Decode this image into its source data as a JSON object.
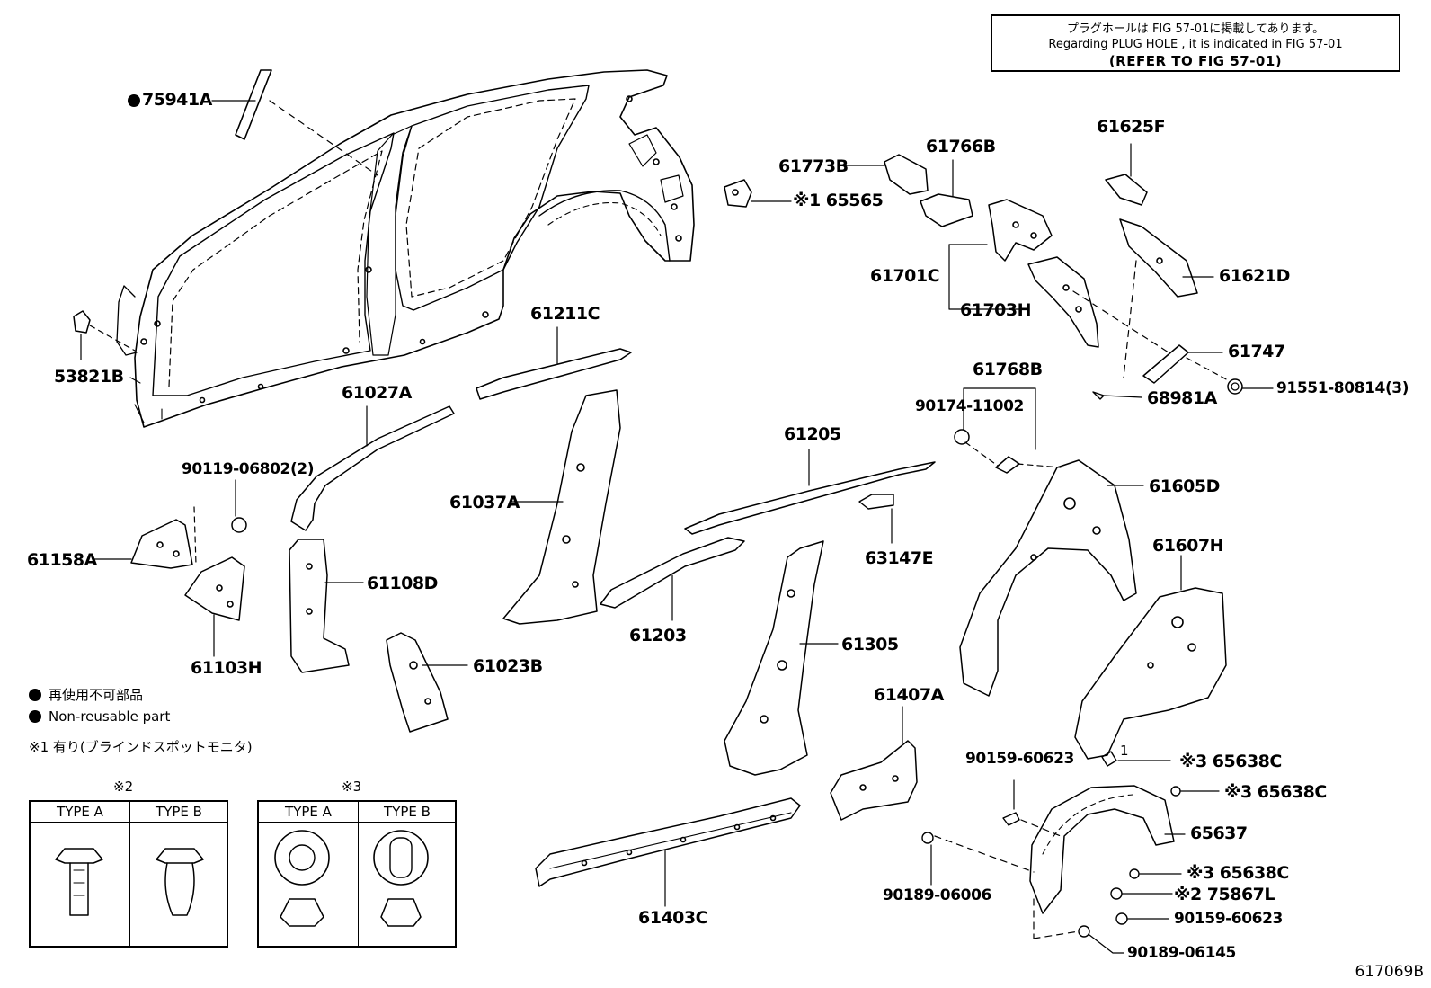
{
  "note": {
    "line1": "プラグホールは FIG 57-01に掲載してあります。",
    "line2": "Regarding PLUG HOLE , it is indicated in FIG 57-01",
    "line3": "(REFER TO FIG 57-01)"
  },
  "labels": {
    "p75941A": "75941A",
    "p53821B": "53821B",
    "p65565": "※1 65565",
    "p61773B": "61773B",
    "p61766B": "61766B",
    "p61625F": "61625F",
    "p61701C": "61701C",
    "p61703H": "61703H",
    "p61621D": "61621D",
    "p61747": "61747",
    "p91551": "91551-80814(3)",
    "p68981A": "68981A",
    "p61211C": "61211C",
    "p61027A": "61027A",
    "p61768B": "61768B",
    "p90174": "90174-11002",
    "p90119": "90119-06802(2)",
    "p61205": "61205",
    "p61605D": "61605D",
    "p61037A": "61037A",
    "p61158A": "61158A",
    "p61108D": "61108D",
    "p63147E": "63147E",
    "p61607H": "61607H",
    "p61203": "61203",
    "p61103H": "61103H",
    "p61305": "61305",
    "p61023B": "61023B",
    "p61407A": "61407A",
    "p90159a": "90159-60623",
    "p65638C1": "※3 65638C",
    "p65638C2": "※3 65638C",
    "p65637": "65637",
    "p65638C3": "※3 65638C",
    "p75867L": "※2 75867L",
    "p90189a": "90189-06006",
    "p90159b": "90159-60623",
    "p90189b": "90189-06145",
    "p61403C": "61403C",
    "p1mark": "1"
  },
  "legend": {
    "jp": "再使用不可部品",
    "en": "Non-reusable part",
    "note1": "※1 有り(ブラインドスポットモニタ)"
  },
  "box2": {
    "mark": "※2",
    "typeA": "TYPE A",
    "typeB": "TYPE B"
  },
  "box3": {
    "mark": "※3",
    "typeA": "TYPE A",
    "typeB": "TYPE B"
  },
  "figure_number": "617069B"
}
